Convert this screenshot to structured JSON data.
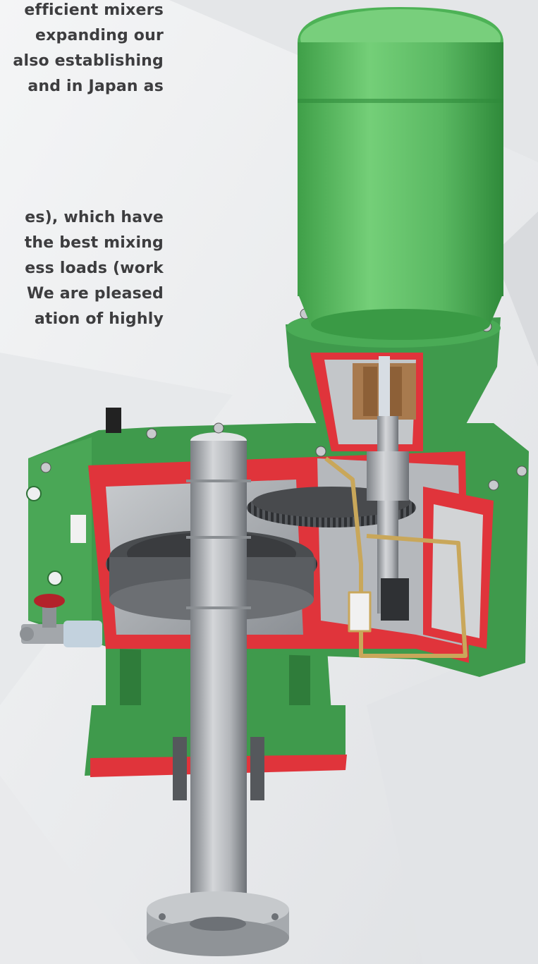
{
  "text_lines": {
    "p1": [
      "efficient mixers",
      "expanding our",
      "also establishing",
      "and in Japan as"
    ],
    "p2": [
      "es), which have",
      "the best mixing",
      "ess loads (work",
      "We are pleased",
      "ation of highly"
    ]
  },
  "colors": {
    "background": "#eeeff1",
    "text": "#3d3d3f",
    "motor_green": "#5cbf63",
    "housing_green": "#3f9a4c",
    "cutaway_red": "#e0343b",
    "shaft_gray": "#a9adb1",
    "gear_dark": "#4a4d50",
    "brass_pipe": "#c9a75a",
    "handwheel_red": "#b3222a"
  },
  "illustration": {
    "subject": "mixer-gearbox-cutaway",
    "parts": [
      "motor",
      "motor-flange",
      "gear-housing",
      "bevel-gear",
      "spur-gear",
      "output-shaft",
      "lubrication-pipe",
      "drain-valve",
      "mounting-flange"
    ]
  }
}
